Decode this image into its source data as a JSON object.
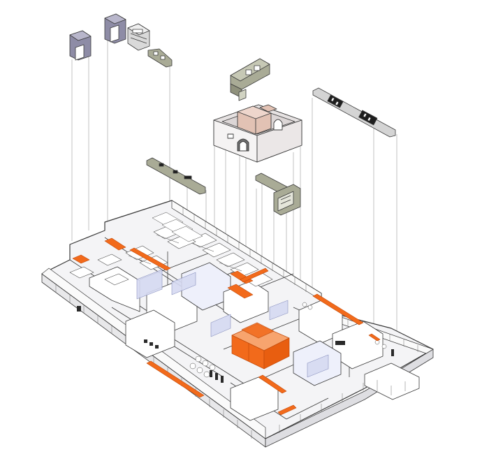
{
  "diagram": {
    "type": "exploded-axonometric-floor-plan",
    "labels": [],
    "colors": {
      "background": "#ffffff",
      "line": "#3a3a3a",
      "floor": "#f4f4f6",
      "wall": "#fafafa",
      "highlight": "#f26a1b",
      "highlight_light": "#f7a46e",
      "glass": "#d6daf2",
      "component_purple": "#8e8ca6",
      "component_olive": "#a9ab96",
      "room_pink": "#e2c2b4",
      "room_grey": "#d9d5d6"
    },
    "components": [
      {
        "id": "door-frame-1",
        "kind": "purple-frame"
      },
      {
        "id": "door-frame-2",
        "kind": "purple-frame"
      },
      {
        "id": "cabinet-unit",
        "kind": "grey-cabinet"
      },
      {
        "id": "wall-strip-1",
        "kind": "olive-strip"
      },
      {
        "id": "wall-panel-top",
        "kind": "olive-panel"
      },
      {
        "id": "central-room",
        "kind": "room-module"
      },
      {
        "id": "storage-rack",
        "kind": "black-rack"
      },
      {
        "id": "wall-strip-2",
        "kind": "olive-strip"
      },
      {
        "id": "wall-panel-mid",
        "kind": "olive-panel"
      }
    ],
    "highlight_zones": 14
  }
}
